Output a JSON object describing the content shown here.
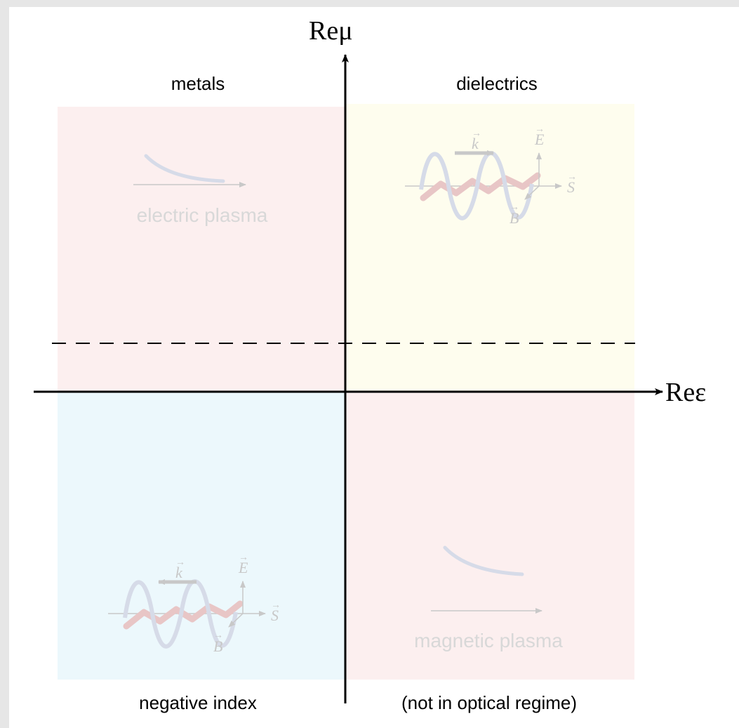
{
  "axes": {
    "x_label": "Reε",
    "y_label": "Reμ"
  },
  "quadrants": {
    "top_left": {
      "title": "metals",
      "inner_label": "electric plasma",
      "fill": "#fcefef"
    },
    "top_right": {
      "title": "dielectrics",
      "fill": "#fefdee",
      "wave": {
        "k": "k",
        "e": "E",
        "b": "B",
        "s": "S"
      }
    },
    "bottom_left": {
      "title": "negative index",
      "fill": "#ecf8fc",
      "wave": {
        "k": "k",
        "e": "E",
        "b": "B",
        "s": "S"
      }
    },
    "bottom_right": {
      "title": "(not in optical regime)",
      "inner_label": "magnetic plasma",
      "fill": "#fcefef"
    }
  },
  "colors": {
    "axis": "#000000",
    "faded_text": "#d8d8d8",
    "faded_arrow": "#c8c8c8",
    "wave_blue": "#d6dbe8",
    "wave_red": "#e8c6c6"
  }
}
